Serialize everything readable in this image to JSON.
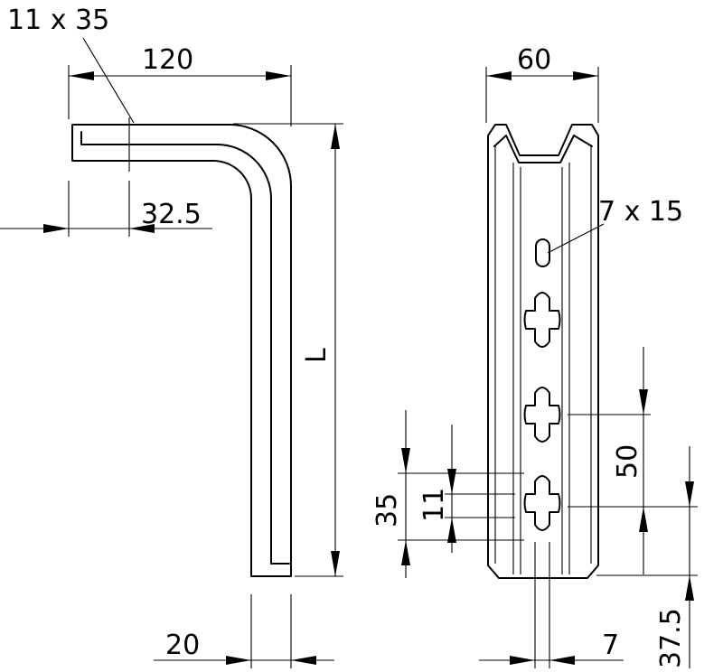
{
  "drawing": {
    "labels": {
      "slot_side": "11 x 35",
      "width_side": "120",
      "lip": "32.5",
      "length": "L",
      "foot": "20",
      "width_front": "60",
      "slot_front": "7 x 15",
      "pitch": "50",
      "hole_height": "35",
      "hole_width": "11",
      "start_offset": "37.5",
      "hole_width_bottom": "7"
    }
  }
}
